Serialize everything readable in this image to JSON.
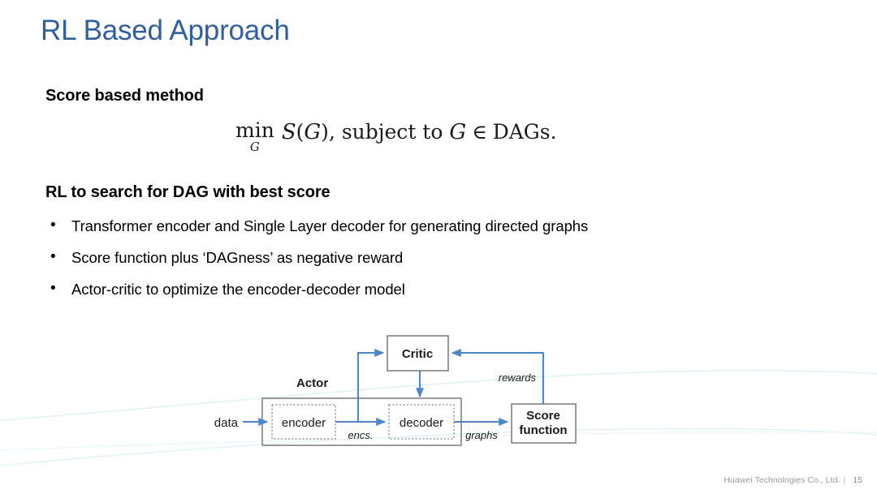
{
  "slide": {
    "title": "RL Based Approach",
    "title_color": "#2f5f9e"
  },
  "sections": {
    "score_heading": "Score based method",
    "rl_heading": "RL to search for DAG with best score"
  },
  "formula": {
    "min_label": "min",
    "min_subscript": "G",
    "score_symbol": "S",
    "open_paren": "(",
    "graph_symbol": "G",
    "close_paren": ")",
    "comma_subject": ", subject to",
    "graph_symbol2": "G",
    "member": "∈",
    "dags": "DAGs."
  },
  "bullets": [
    {
      "marker": "•",
      "text": "Transformer encoder and Single Layer decoder for generating directed graphs"
    },
    {
      "marker": "•",
      "text": "Score function plus ‘DAGness’ as negative reward"
    },
    {
      "marker": "•",
      "text": "Actor-critic to optimize the encoder-decoder model"
    }
  ],
  "diagram": {
    "accent_color": "#4a86c8",
    "box_border_color": "#808080",
    "dashed_border_color": "#8c8c8c",
    "nodes": {
      "critic": "Critic",
      "actor": "Actor",
      "encoder": "encoder",
      "decoder": "decoder",
      "score_function_line1": "Score",
      "score_function_line2": "function"
    },
    "edge_labels": {
      "data": "data",
      "encs": "encs.",
      "graphs": "graphs",
      "rewards": "rewards"
    }
  },
  "footer": {
    "company": "Huawei Technologies Co., Ltd.",
    "separator": "|",
    "page": "15"
  }
}
